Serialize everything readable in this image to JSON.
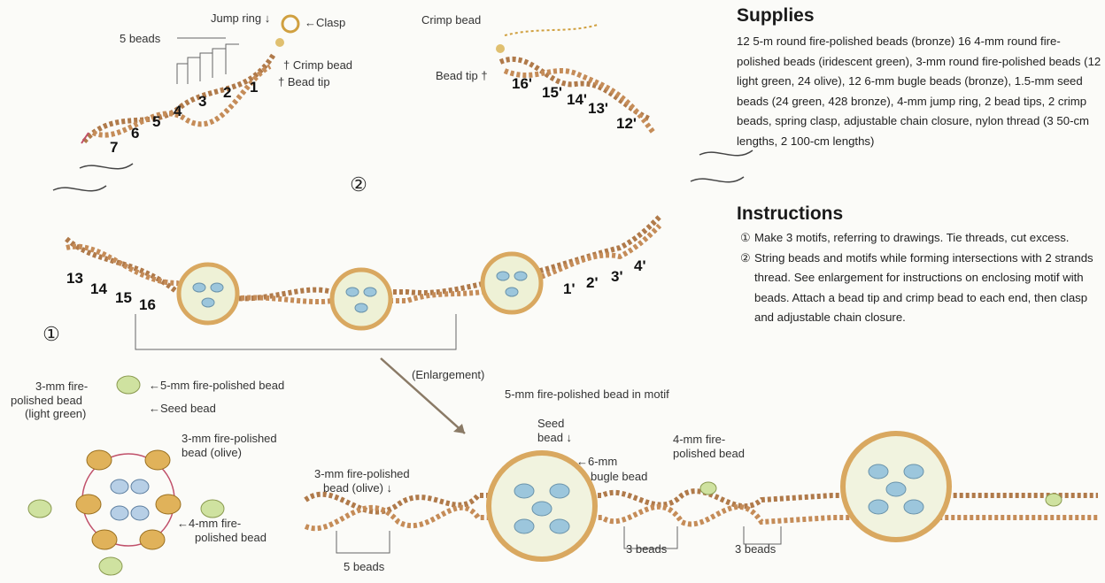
{
  "diagram": {
    "step_markers": {
      "one": "①",
      "two": "②"
    },
    "labels": {
      "five_beads_top": "5 beads",
      "jump_ring": "Jump ring ↓",
      "clasp": "←Clasp",
      "crimp_bead_left": "† Crimp bead",
      "bead_tip_left": "† Bead tip",
      "crimp_bead_right": "Crimp bead",
      "bead_tip_right": "Bead tip †",
      "enlargement": "(Enlargement)",
      "fp3_light_green_1": "3-mm fire-",
      "fp3_light_green_2": "polished bead",
      "fp3_light_green_3": "(light green)",
      "fp5": "←5-mm fire-polished bead",
      "seed_bead": "←Seed bead",
      "fp3_olive_1": "3-mm fire-polished",
      "fp3_olive_2": "bead (olive)",
      "fp4_1": "←4-mm fire-",
      "fp4_2": "polished bead",
      "fp5_motif": "5-mm fire-polished bead in motif",
      "seed_1": "Seed",
      "seed_2": "bead ↓",
      "bugle_1": "←6-mm",
      "bugle_2": "bugle bead",
      "fp3_olive_e1": "3-mm fire-polished",
      "fp3_olive_e2": "bead (olive) ↓",
      "fp4_e1": "4-mm fire-",
      "fp4_e2": "polished bead",
      "five_beads_bottom": "5 beads",
      "three_beads_a": "3 beads",
      "three_beads_b": "3 beads"
    },
    "left_numbers": [
      "1",
      "2",
      "3",
      "4",
      "5",
      "6",
      "7"
    ],
    "right_numbers": [
      "16'",
      "15'",
      "14'",
      "13'",
      "12'"
    ],
    "mid_left_numbers": [
      "13",
      "14",
      "15",
      "16"
    ],
    "mid_right_numbers": [
      "1'",
      "2'",
      "3'",
      "4'"
    ]
  },
  "supplies": {
    "heading": "Supplies",
    "text": "12 5-m round fire-polished beads (bronze) 16 4-mm round fire-polished beads (iridescent green), 3-mm round fire-polished beads (12 light green, 24 olive), 12 6-mm bugle beads (bronze), 1.5-mm seed beads (24 green, 428 bronze), 4-mm jump ring, 2 bead tips, 2 crimp beads, spring clasp, adjustable chain closure, nylon thread (3 50-cm lengths, 2 100-cm lengths)"
  },
  "instructions": {
    "heading": "Instructions",
    "steps": [
      {
        "mark": "①",
        "text": "Make 3 motifs, referring to drawings. Tie threads, cut excess."
      },
      {
        "mark": "②",
        "text": "String beads and motifs while forming intersections with 2 strands thread. See enlargement for instructions on enclosing motif with beads. Attach a bead tip and crimp bead to each end, then clasp and adjustable chain closure."
      }
    ]
  },
  "colors": {
    "bronze": "#b07a4a",
    "thread": "#c0506a",
    "light_green": "#cfe2a0",
    "olive": "#b7b060",
    "blue": "#9cc6dc",
    "gold": "#e0b25a"
  }
}
